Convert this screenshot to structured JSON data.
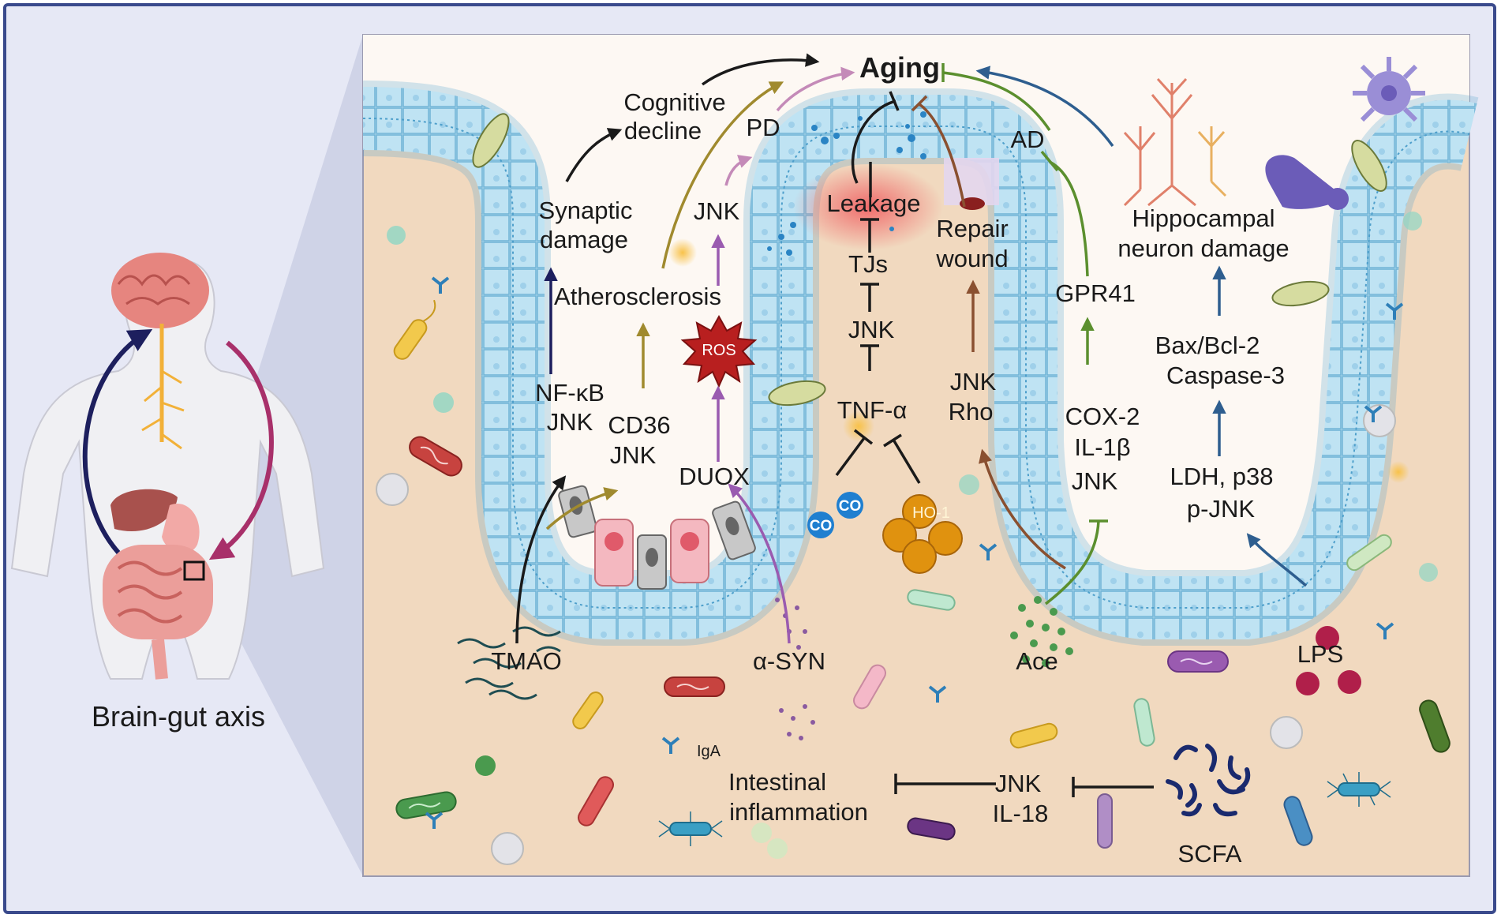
{
  "figure": {
    "caption": "Brain-gut axis",
    "top": {
      "aging": "Aging",
      "cognitive": [
        "Cognitive",
        "decline"
      ],
      "pd": "PD",
      "ad": "AD"
    },
    "left_pathway": {
      "synaptic": [
        "Synaptic",
        "damage"
      ],
      "nfkb": [
        "NF-κB",
        "JNK"
      ],
      "atherosclerosis": "Atherosclerosis",
      "cd36": [
        "CD36",
        "JNK"
      ],
      "jnk": "JNK",
      "ros": "ROS",
      "duox": "DUOX",
      "tmao": "TMAO",
      "asyn": "α-SYN"
    },
    "center_pathway": {
      "leakage": "Leakage",
      "tjs": "TJs",
      "jnk": "JNK",
      "tnf": "TNF-α",
      "co": "CO",
      "ho1": "HO-1",
      "repair": [
        "Repair",
        "wound"
      ],
      "jnk_rho": [
        "JNK",
        "Rho"
      ]
    },
    "right_pathway": {
      "gpr41": "GPR41",
      "cox": [
        "COX-2",
        "IL-1β",
        "JNK"
      ],
      "ace": "Ace",
      "hippocampal": [
        "Hippocampal",
        "neuron damage"
      ],
      "bax": [
        "Bax/Bcl-2",
        "Caspase-3"
      ],
      "ldh": [
        "LDH, p38",
        "p-JNK"
      ],
      "lps": "LPS"
    },
    "bottom_pathway": {
      "inflammation": [
        "Intestinal",
        "inflammation"
      ],
      "jnk_il18": [
        "JNK",
        "IL-18"
      ],
      "scfa": "SCFA",
      "iga": "IgA"
    },
    "colors": {
      "background": "#e6e8f5",
      "lumen": "#fdf8f3",
      "tissue": "#f1d9bf",
      "epithelium": "#bfe3f3",
      "epithelium_edge": "#4e9fcb",
      "arrow_black": "#1a1a1a",
      "arrow_olive": "#a08a2e",
      "arrow_purple": "#9a5bb0",
      "arrow_pink": "#c48ab8",
      "arrow_green": "#5b8f2e",
      "arrow_brown": "#8a5030",
      "arrow_blue": "#2e5e8f",
      "arrow_navy": "#1d1f5e",
      "border": "#3a4a8c"
    },
    "icons": [
      "brain-icon",
      "human-body-icon",
      "liver-icon",
      "stomach-icon",
      "intestine-icon",
      "ros-burst-icon",
      "neuron-icon",
      "microglia-icon",
      "bacteria-icon",
      "antibody-icon"
    ]
  }
}
